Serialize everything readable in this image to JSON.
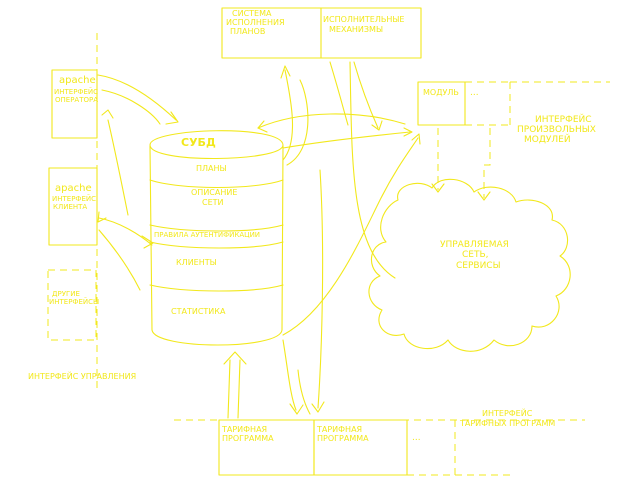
{
  "db": {
    "title": "СУБД",
    "sections": {
      "plans": "ПЛАНЫ",
      "network_1": "ОПИСАНИЕ",
      "network_2": "СЕТИ",
      "auth": "ПРАВИЛА АУТЕНТИФИКАЦИИ",
      "clients": "КЛИЕНТЫ",
      "stats": "СТАТИСТИКА"
    }
  },
  "plan_system": {
    "line1": "СИСТЕМА",
    "line2": "ИСПОЛНЕНИЯ",
    "line3": "ПЛАНОВ"
  },
  "executors": {
    "line1": "ИСПОЛНИТЕЛЬНЫЕ",
    "line2": "МЕХАНИЗМЫ"
  },
  "operator_box": {
    "apache": "apache",
    "line1": "ИНТЕРФЕЙС",
    "line2": "ОПЕРАТОРА"
  },
  "client_box": {
    "apache": "apache",
    "line1": "ИНТЕРФЕЙС",
    "line2": "КЛИЕНТА"
  },
  "other_box": {
    "line1": "ДРУГИЕ",
    "line2": "ИНТЕРФЕЙСЫ"
  },
  "management_interface": "ИНТЕРФЕЙС УПРАВЛЕНИЯ",
  "module": {
    "label": "МОДУЛЬ",
    "ellipsis": "..."
  },
  "arbitrary_modules": {
    "line1": "ИНТЕРФЕЙС",
    "line2": "ПРОИЗВОЛЬНЫХ",
    "line3": "МОДУЛЕЙ"
  },
  "network_cloud": {
    "line1": "УПРАВЛЯЕМАЯ",
    "line2": "СЕТЬ,",
    "line3": "СЕРВИСЫ"
  },
  "tariff_1": {
    "line1": "ТАРИФНАЯ",
    "line2": "ПРОГРАММА"
  },
  "tariff_2": {
    "line1": "ТАРИФНАЯ",
    "line2": "ПРОГРАММА"
  },
  "tariff_more": "...",
  "tariff_interface": {
    "line1": "ИНТЕРФЕЙС",
    "line2": "ТАРИФНЫХ ПРОГРАММ"
  },
  "colors": {
    "ink": "#f2e81c",
    "background": "#ffffff"
  }
}
